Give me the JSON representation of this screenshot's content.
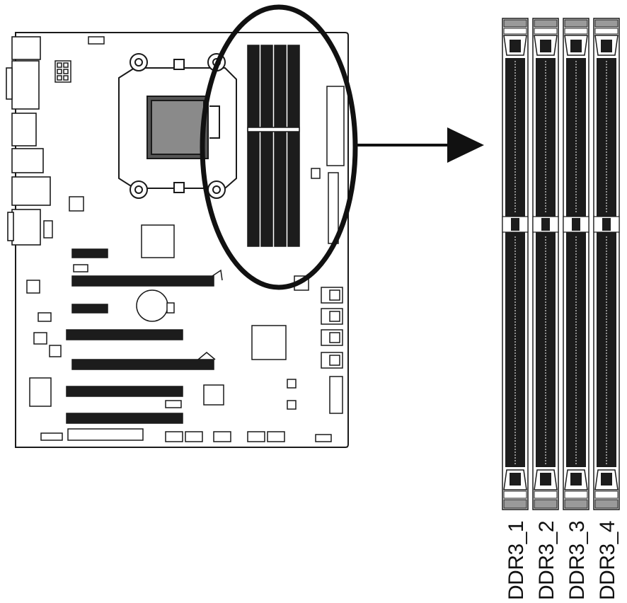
{
  "diagram": {
    "colors": {
      "stroke": "#1a1a1a",
      "slot_fill": "#1c1c1c",
      "slot_gray": "#9a9a9a",
      "background": "#ffffff"
    },
    "memory_slots": [
      {
        "label": "DDR3_1"
      },
      {
        "label": "DDR3_2"
      },
      {
        "label": "DDR3_3"
      },
      {
        "label": "DDR3_4"
      }
    ]
  }
}
